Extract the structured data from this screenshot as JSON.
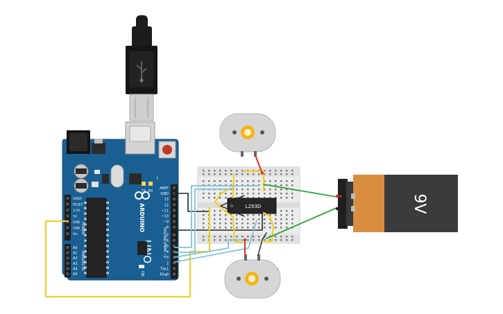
{
  "arduino": {
    "brand": "ARDUINO",
    "model": "UNO",
    "on_label": "ON",
    "tx_label": "TX",
    "rx_label": "RX",
    "l_label": "L",
    "digital_header_label": "DIGITAL (PWM ~)",
    "power_header_label": "POWER",
    "analog_header_label": "ANALOG IN",
    "digital_pins": [
      "AREF",
      "GND",
      "13",
      "12",
      "~11",
      "~10",
      "~9",
      "8",
      "7",
      "~6",
      "~5",
      "4",
      "~3",
      "2",
      "TX▸1",
      "RX◂0"
    ],
    "power_pins": [
      "IOREF",
      "RESET",
      "3.3V",
      "5V",
      "GND",
      "GND",
      "Vin"
    ],
    "analog_pins": [
      "A0",
      "A1",
      "A2",
      "A3",
      "A4",
      "A5"
    ]
  },
  "driver_ic": {
    "label": "L293D"
  },
  "battery": {
    "label": "9V"
  },
  "colors": {
    "board": "#1a5f92",
    "wire_yellow": "#f2cf2a",
    "wire_blue": "#7ec2d8",
    "wire_black": "#222222",
    "wire_red": "#d9302c",
    "wire_green": "#2ea43a",
    "battery_orange": "#d98d3f",
    "battery_dark": "#3b3b3b"
  }
}
